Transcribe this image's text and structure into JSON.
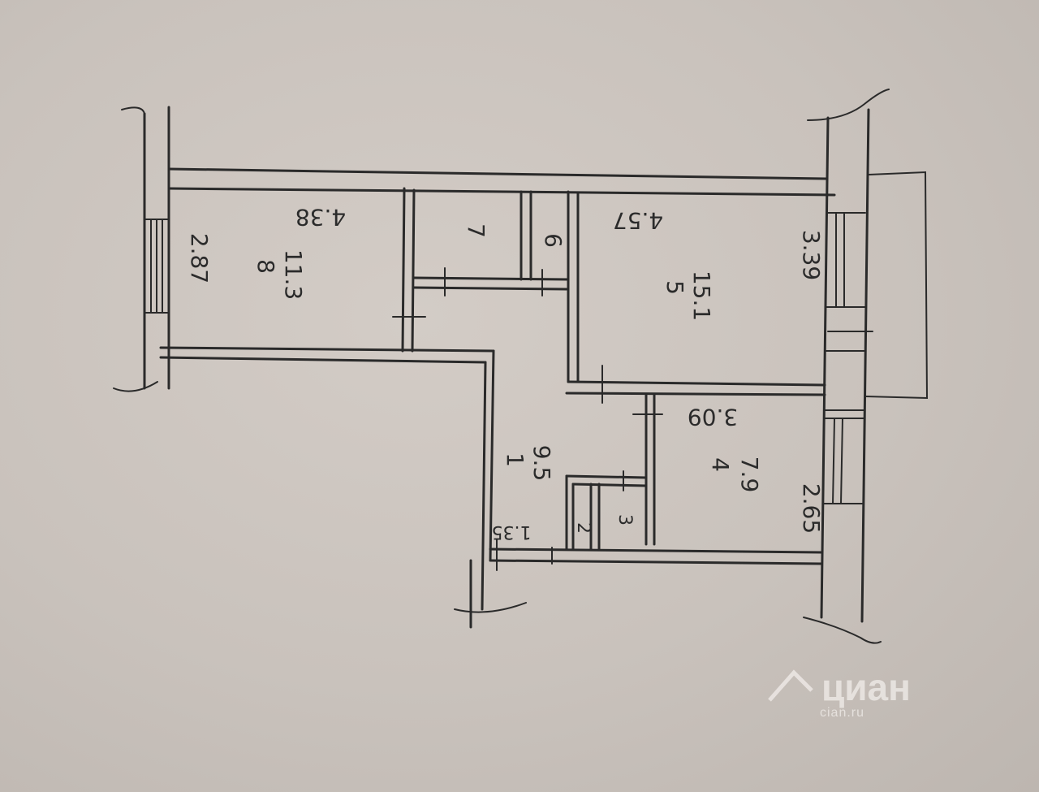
{
  "rooms": {
    "r8": {
      "number": "8",
      "area": "11.3"
    },
    "r6": {
      "number": "6"
    },
    "r7": {
      "number": "7"
    },
    "r5": {
      "number": "5",
      "area": "15.1"
    },
    "r1": {
      "number": "1",
      "area": "9.5"
    },
    "r4": {
      "number": "4",
      "area": "7.9"
    },
    "r2": {
      "number": "2"
    },
    "r3": {
      "number": "3"
    }
  },
  "dimensions": {
    "d_287": "2.87",
    "d_438": "4.38",
    "d_457": "4.57",
    "d_339": "3.39",
    "d_309": "3.09",
    "d_265": "2.65",
    "d_135": "1.35"
  },
  "watermark": {
    "brand": "циан",
    "sub": "cian.ru"
  },
  "colors": {
    "paper": "#c9c2bc",
    "ink": "#2a2a2a"
  }
}
